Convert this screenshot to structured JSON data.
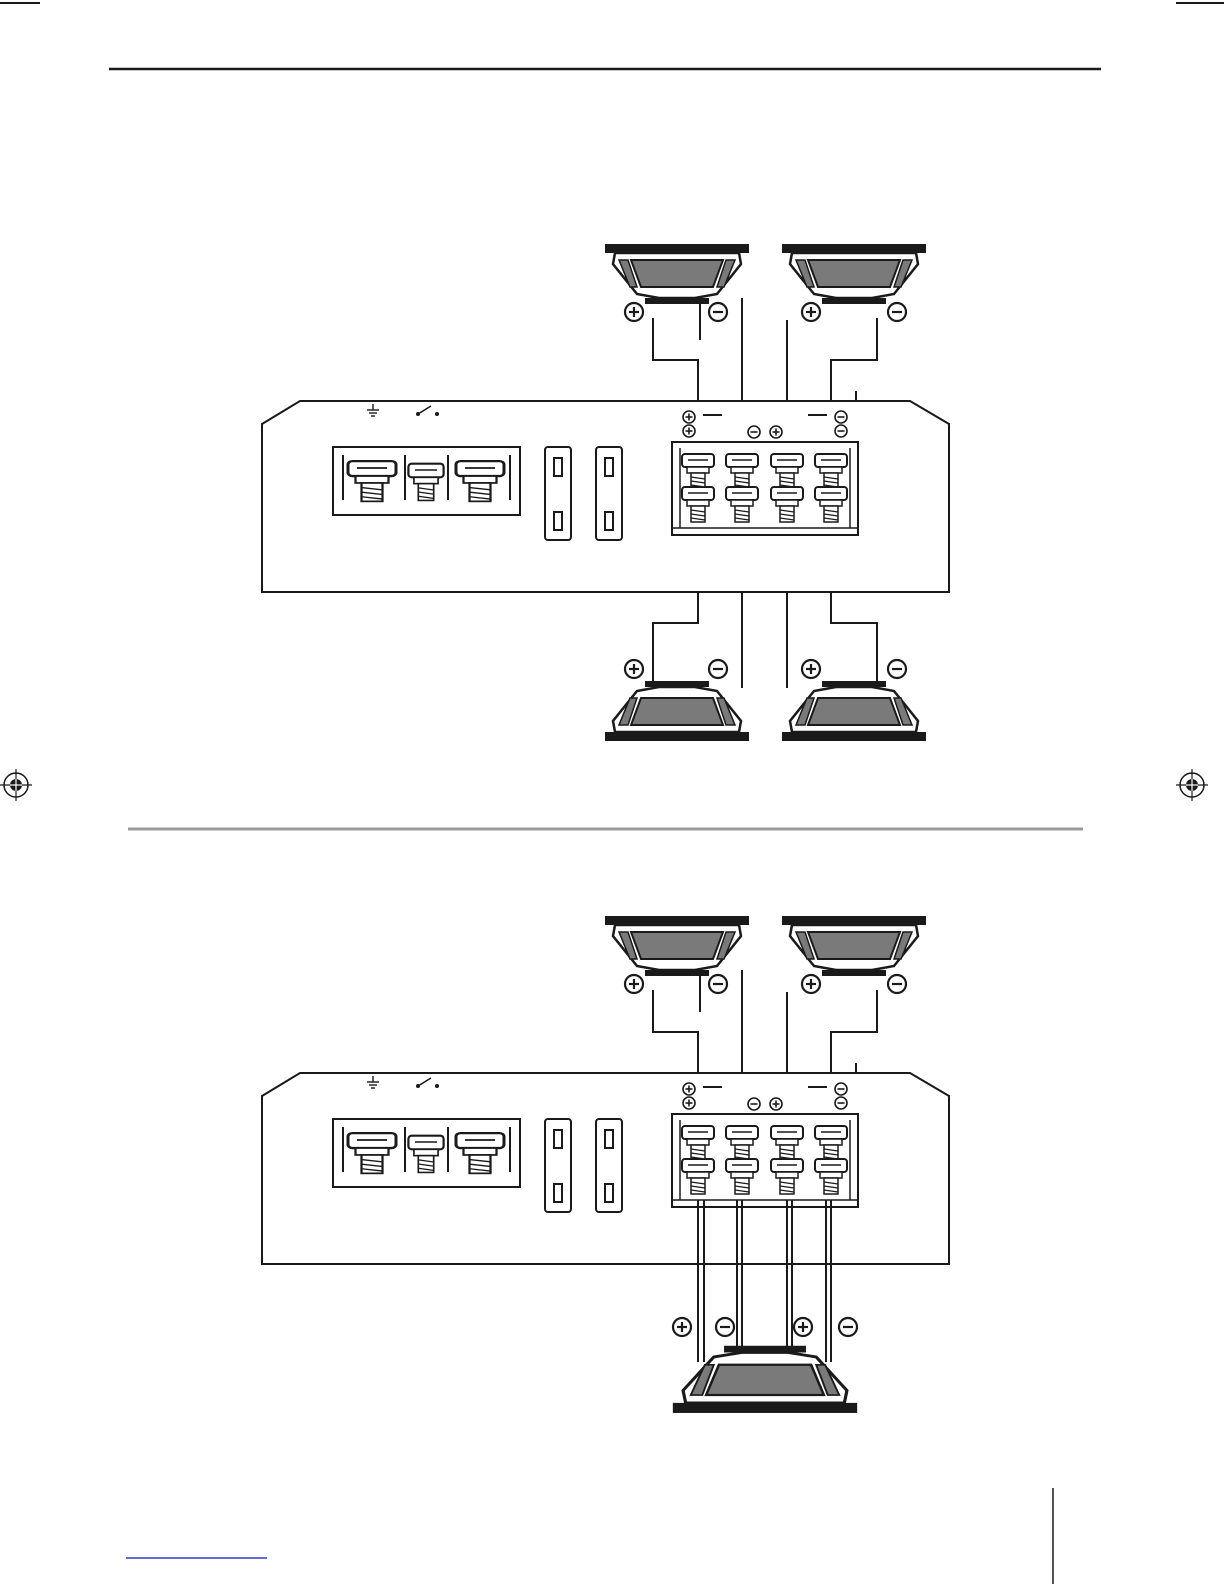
{
  "document": {
    "page_number_label": "",
    "footer_link_text": ""
  },
  "diagrams": [
    {
      "id": "four-speaker-wiring",
      "speakers": [
        {
          "position": "top-left",
          "terminals": [
            "plus",
            "minus"
          ]
        },
        {
          "position": "top-right",
          "terminals": [
            "plus",
            "minus"
          ]
        },
        {
          "position": "bottom-left",
          "terminals": [
            "plus",
            "minus"
          ]
        },
        {
          "position": "bottom-right",
          "terminals": [
            "plus",
            "minus"
          ]
        }
      ],
      "amplifier": {
        "power_terminals": [
          "ground-icon",
          "switch-icon"
        ],
        "fuse_count": 2,
        "speaker_terminal_columns": 4,
        "polarity_labels": [
          "plus",
          "plus",
          "minus",
          "minus",
          "plus",
          "minus",
          "minus"
        ]
      }
    },
    {
      "id": "bridged-subwoofer-wiring",
      "speakers": [
        {
          "position": "top-left",
          "terminals": [
            "plus",
            "minus"
          ]
        },
        {
          "position": "top-right",
          "terminals": [
            "plus",
            "minus"
          ]
        },
        {
          "position": "bottom-center",
          "terminals": [
            "plus",
            "minus",
            "plus",
            "minus"
          ]
        }
      ],
      "amplifier": {
        "power_terminals": [
          "ground-icon",
          "switch-icon"
        ],
        "fuse_count": 2,
        "speaker_terminal_columns": 4,
        "polarity_labels": [
          "plus",
          "plus",
          "minus",
          "minus",
          "plus",
          "minus",
          "minus"
        ]
      }
    }
  ],
  "symbols": {
    "plus": "+",
    "minus": "−"
  },
  "colors": {
    "ink": "#1a1a1a",
    "cone": "#7a7a7a",
    "divider": "#9a9a9a",
    "link": "#2a3fc0"
  }
}
